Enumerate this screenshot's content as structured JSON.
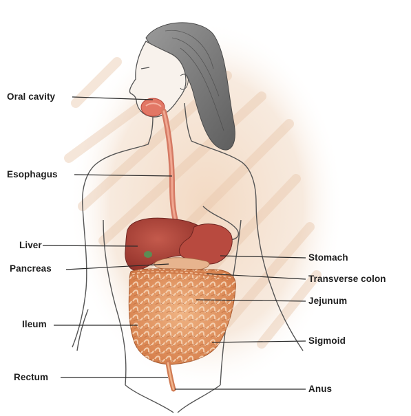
{
  "labels": {
    "oral_cavity": "Oral cavity",
    "esophagus": "Esophagus",
    "liver": "Liver",
    "pancreas": "Pancreas",
    "ileum": "Ileum",
    "rectum": "Rectum",
    "stomach": "Stomach",
    "transverse_colon": "Transverse colon",
    "jejunum": "Jejunum",
    "sigmoid": "Sigmoid",
    "anus": "Anus"
  },
  "colors": {
    "background_wash": "#f1d9c4",
    "skin_outline": "#5a5a5a",
    "hair": "#7d7d7d",
    "organ_red": "#b9463c",
    "intestine_orange": "#e2935e",
    "leader_line": "#2a2a2a"
  }
}
